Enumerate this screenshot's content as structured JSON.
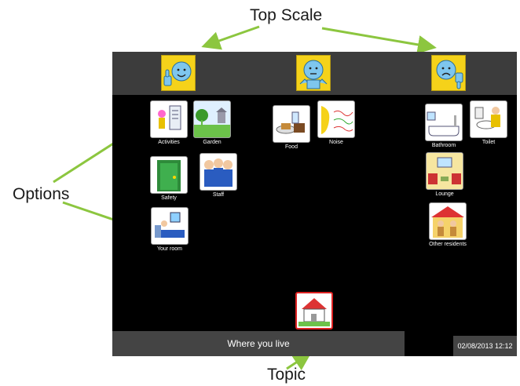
{
  "callouts": {
    "top_scale": "Top Scale",
    "options": "Options",
    "topic": "Topic"
  },
  "scale": {
    "faces": [
      "thumbs-up-happy-face",
      "neutral-shrug-face",
      "thumbs-down-sad-face"
    ]
  },
  "columns": {
    "positive": [
      {
        "label": "Activities",
        "icon": "activities-icon"
      },
      {
        "label": "Garden",
        "icon": "garden-icon"
      },
      {
        "label": "Safety",
        "icon": "safety-door-icon"
      },
      {
        "label": "Staff",
        "icon": "staff-icon"
      },
      {
        "label": "Your room",
        "icon": "bedroom-icon"
      }
    ],
    "neutral": [
      {
        "label": "Food",
        "icon": "food-icon"
      },
      {
        "label": "Noise",
        "icon": "noise-icon"
      }
    ],
    "negative": [
      {
        "label": "Bathroom",
        "icon": "bathroom-icon"
      },
      {
        "label": "Toilet",
        "icon": "toilet-icon"
      },
      {
        "label": "Lounge",
        "icon": "lounge-icon"
      },
      {
        "label": "Other residents",
        "icon": "residents-icon"
      }
    ]
  },
  "topic": {
    "label": "Where you live",
    "icon": "house-icon"
  },
  "status": {
    "datetime": "02/08/2013 12:12"
  },
  "colors": {
    "face_bg": "#f5d21a",
    "scale_bar": "#3c3c3c",
    "arrow": "#8cc63f",
    "topic_border": "#dd2222"
  }
}
